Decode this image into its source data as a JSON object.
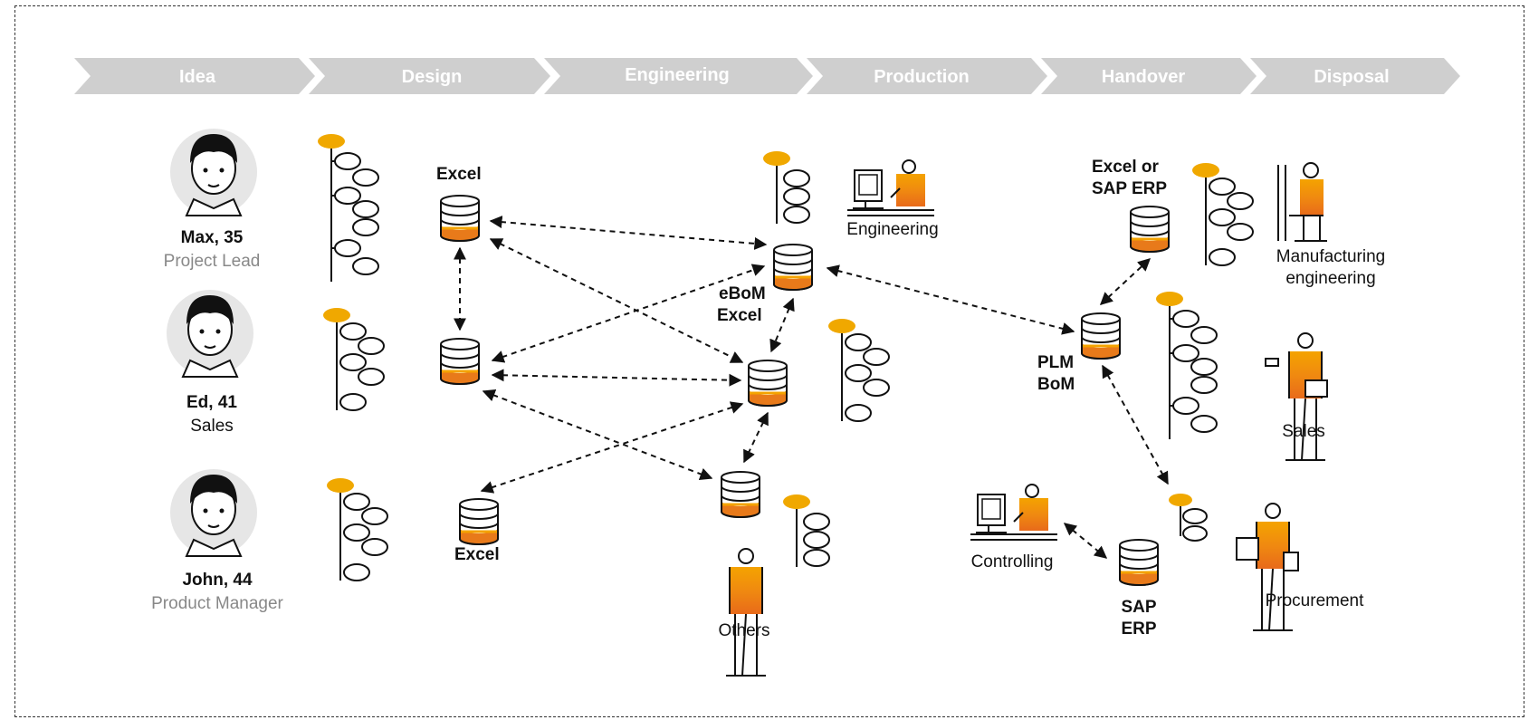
{
  "phases": [
    "Idea",
    "Design",
    "Engineering",
    "Production",
    "Handover",
    "Disposal"
  ],
  "personas": [
    {
      "name": "Max, 35",
      "role": "Project Lead"
    },
    {
      "name": "Ed, 41",
      "role": "Sales"
    },
    {
      "name": "John, 44",
      "role": "Product Manager"
    }
  ],
  "labels": {
    "excel_top": "Excel",
    "excel_bottom": "Excel",
    "ebom_1": "eBoM",
    "ebom_2": "Excel",
    "engineering": "Engineering",
    "others": "Others",
    "excel_sap_1": "Excel or",
    "excel_sap_2": "SAP ERP",
    "plm_1": "PLM",
    "plm_2": "BoM",
    "mfg_1": "Manufacturing",
    "mfg_2": "engineering",
    "sales": "Sales",
    "controlling": "Controlling",
    "sap_1": "SAP",
    "sap_2": "ERP",
    "procurement": "Procurement"
  },
  "colors": {
    "phase_arrow": "#cfcfcf",
    "accent_orange": "#f0a800",
    "db_orange": "#e8731a",
    "text_gray": "#888888"
  },
  "icons": [
    "avatar-icon",
    "bom-tree-icon",
    "database-icon",
    "workstation-icon",
    "person-icon",
    "shopping-bags-icon"
  ]
}
